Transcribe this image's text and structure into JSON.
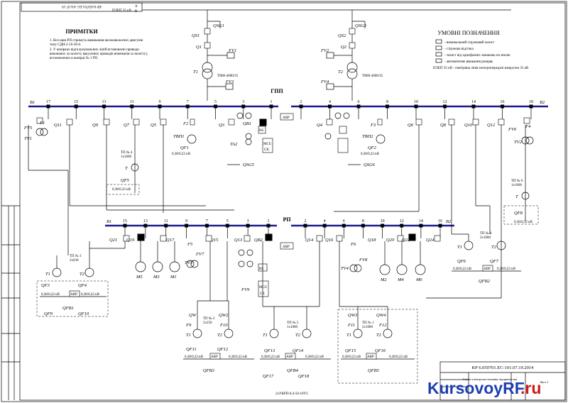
{
  "drawing": {
    "code_rotated": "КР 6.050701.ЕС-101.07.19",
    "code_stamp": "КР 6.050701.ЕС-101.07.19.2014",
    "line_label": "ПЛЕП 35 кВ",
    "stamp_title": "Схема електропостачання підприємства",
    "stamp_small": "Лист 1"
  },
  "notes": {
    "title": "ПРИМІТКИ",
    "lines": [
      "1. Все шин РП стримуть вимикання високовольтних двигунів",
      "типу СДН-2-16-36-6.",
      "2. У комірках відгалужувальних ліній встановлені приводи",
      "виконаних за захисту вакуумних приводів вимикачів за захисту),",
      "встановлених в комірці № 1 РП."
    ]
  },
  "legend": {
    "title": "УМОВНІ ПОЗНАЧЕННЯ",
    "items": [
      "- вимикальний струмовий захист",
      "- струмова відсічка",
      "- захист від однофазних замикань на землю",
      "- автоматичне вмикання резерву",
      "ПЛЕП 35 кВ - повітряна лінія електропередачі напругою 35 кВ"
    ]
  },
  "transformers_main": {
    "t1": {
      "name": "T1",
      "type": "ТМН-4000/35"
    },
    "t2": {
      "name": "T2",
      "type": "ТМН-4000/35"
    },
    "qs1": "QS1",
    "qsg1": "QSG1",
    "q1": "Q1",
    "fv1": "FV1",
    "fv3": "FV3",
    "qs2": "QS2",
    "qsg3": "QSG3",
    "q2": "Q2",
    "fv2": "FV2",
    "fv4": "FV4"
  },
  "gpp": {
    "title": "ГПП",
    "b1": "B1",
    "b2": "B2",
    "left_cells": [
      "17",
      "15",
      "13",
      "11",
      "9",
      "7",
      "5",
      "3",
      "1"
    ],
    "right_cells": [
      "2",
      "4",
      "6",
      "8",
      "10",
      "12",
      "14",
      "16",
      "18"
    ],
    "avr": "АВР",
    "devices": {
      "fv5": "FV5",
      "tv1": "TV1",
      "f1": "F1",
      "q11": "Q11",
      "q9": "Q9",
      "q7": "Q7",
      "q5": "Q5",
      "q3": "Q3",
      "f2": "F2",
      "qb1": "QB1",
      "ta2": "TA2",
      "qsg5": "QSG5",
      "q4": "Q4",
      "f3": "F3",
      "q6": "Q6",
      "q8": "Q8",
      "q10": "Q10",
      "q12": "Q12",
      "fv6": "FV6",
      "f4": "F4",
      "tv2": "TV2",
      "qsg6": "QSG6",
      "tsn1": "ТВП1",
      "tsn2": "ТВП2",
      "qf1": "QF1",
      "qf2": "QF2",
      "qf5": "QF5",
      "qf8": "QF8",
      "t": "T",
      "mcu": "MCU",
      "ck": "CK",
      "rs": "RS",
      "v038": "0,38/0,22 кВ"
    },
    "tp4": {
      "name": "ТП № 4",
      "type": "1x1600"
    },
    "tp6": {
      "name": "ТП № 6",
      "type": "1x1600"
    }
  },
  "rp": {
    "title": "РП",
    "b1": "B1",
    "b2": "B2",
    "left_cells": [
      "15",
      "13",
      "11",
      "9",
      "7",
      "5",
      "3",
      "1"
    ],
    "right_cells": [
      "2",
      "4",
      "6",
      "8",
      "10",
      "12",
      "14",
      "16"
    ],
    "avr": "АВР",
    "devices": {
      "q21": "Q21",
      "q19": "Q19",
      "q17": "Q17",
      "q15": "Q15",
      "q13": "Q13",
      "qb2": "QB2",
      "q14": "Q14",
      "q16": "Q16",
      "q18": "Q18",
      "q20": "Q20",
      "q22": "Q22",
      "q24": "Q24",
      "f5": "F5",
      "fv7": "FV7",
      "tv3": "TV3",
      "f6": "F6",
      "fv8": "FV8",
      "tv4": "TV4",
      "fv9": "FV9",
      "mcu": "MCU",
      "ck": "CK",
      "rs": "RS",
      "m5": "M5",
      "m3": "M3",
      "m1": "M1",
      "m2": "M2",
      "m4": "M4",
      "m6": "M6"
    }
  },
  "substations": {
    "tp3": {
      "name": "ТП № 3",
      "type": "2x630"
    },
    "tp2": {
      "name": "ТП № 2",
      "type": "2x250"
    },
    "tp5": {
      "name": "ТП № 5",
      "type": "1x1000"
    },
    "tp1": {
      "name": "ТП № 1",
      "type": "2x1000"
    },
    "tp4b": {
      "name": "ТП № 4",
      "type": "2x1000"
    },
    "labels": {
      "t1": "T1",
      "t2": "T2",
      "qf3": "QF3",
      "qf4": "QF4",
      "qfb1": "QFB1",
      "qf9": "QF9",
      "qf10": "QF10",
      "qw": "QW",
      "qw2": "QW2",
      "f9": "F9",
      "f10": "F10",
      "qf11": "QF11",
      "qf12": "QF12",
      "qfb3": "QFB3",
      "qf13": "QF13",
      "qf14": "QF14",
      "qfb4": "QFB4",
      "qf17": "QF17",
      "qf18": "QF18",
      "qw3": "QW3",
      "qw4": "QW4",
      "f11": "F11",
      "f12": "F12",
      "qf15": "QF15",
      "qf16": "QF16",
      "qfb5": "QFB5",
      "qf6": "QF6",
      "qf7": "QF7",
      "qfb2": "QFB2",
      "avr": "АВР",
      "v038": "0,38/0,22 кВ",
      "bottom": "2хУКРП-0,4-50-10У3"
    }
  },
  "brand": {
    "name": "KursovoyRF",
    "tld": ".ru"
  }
}
